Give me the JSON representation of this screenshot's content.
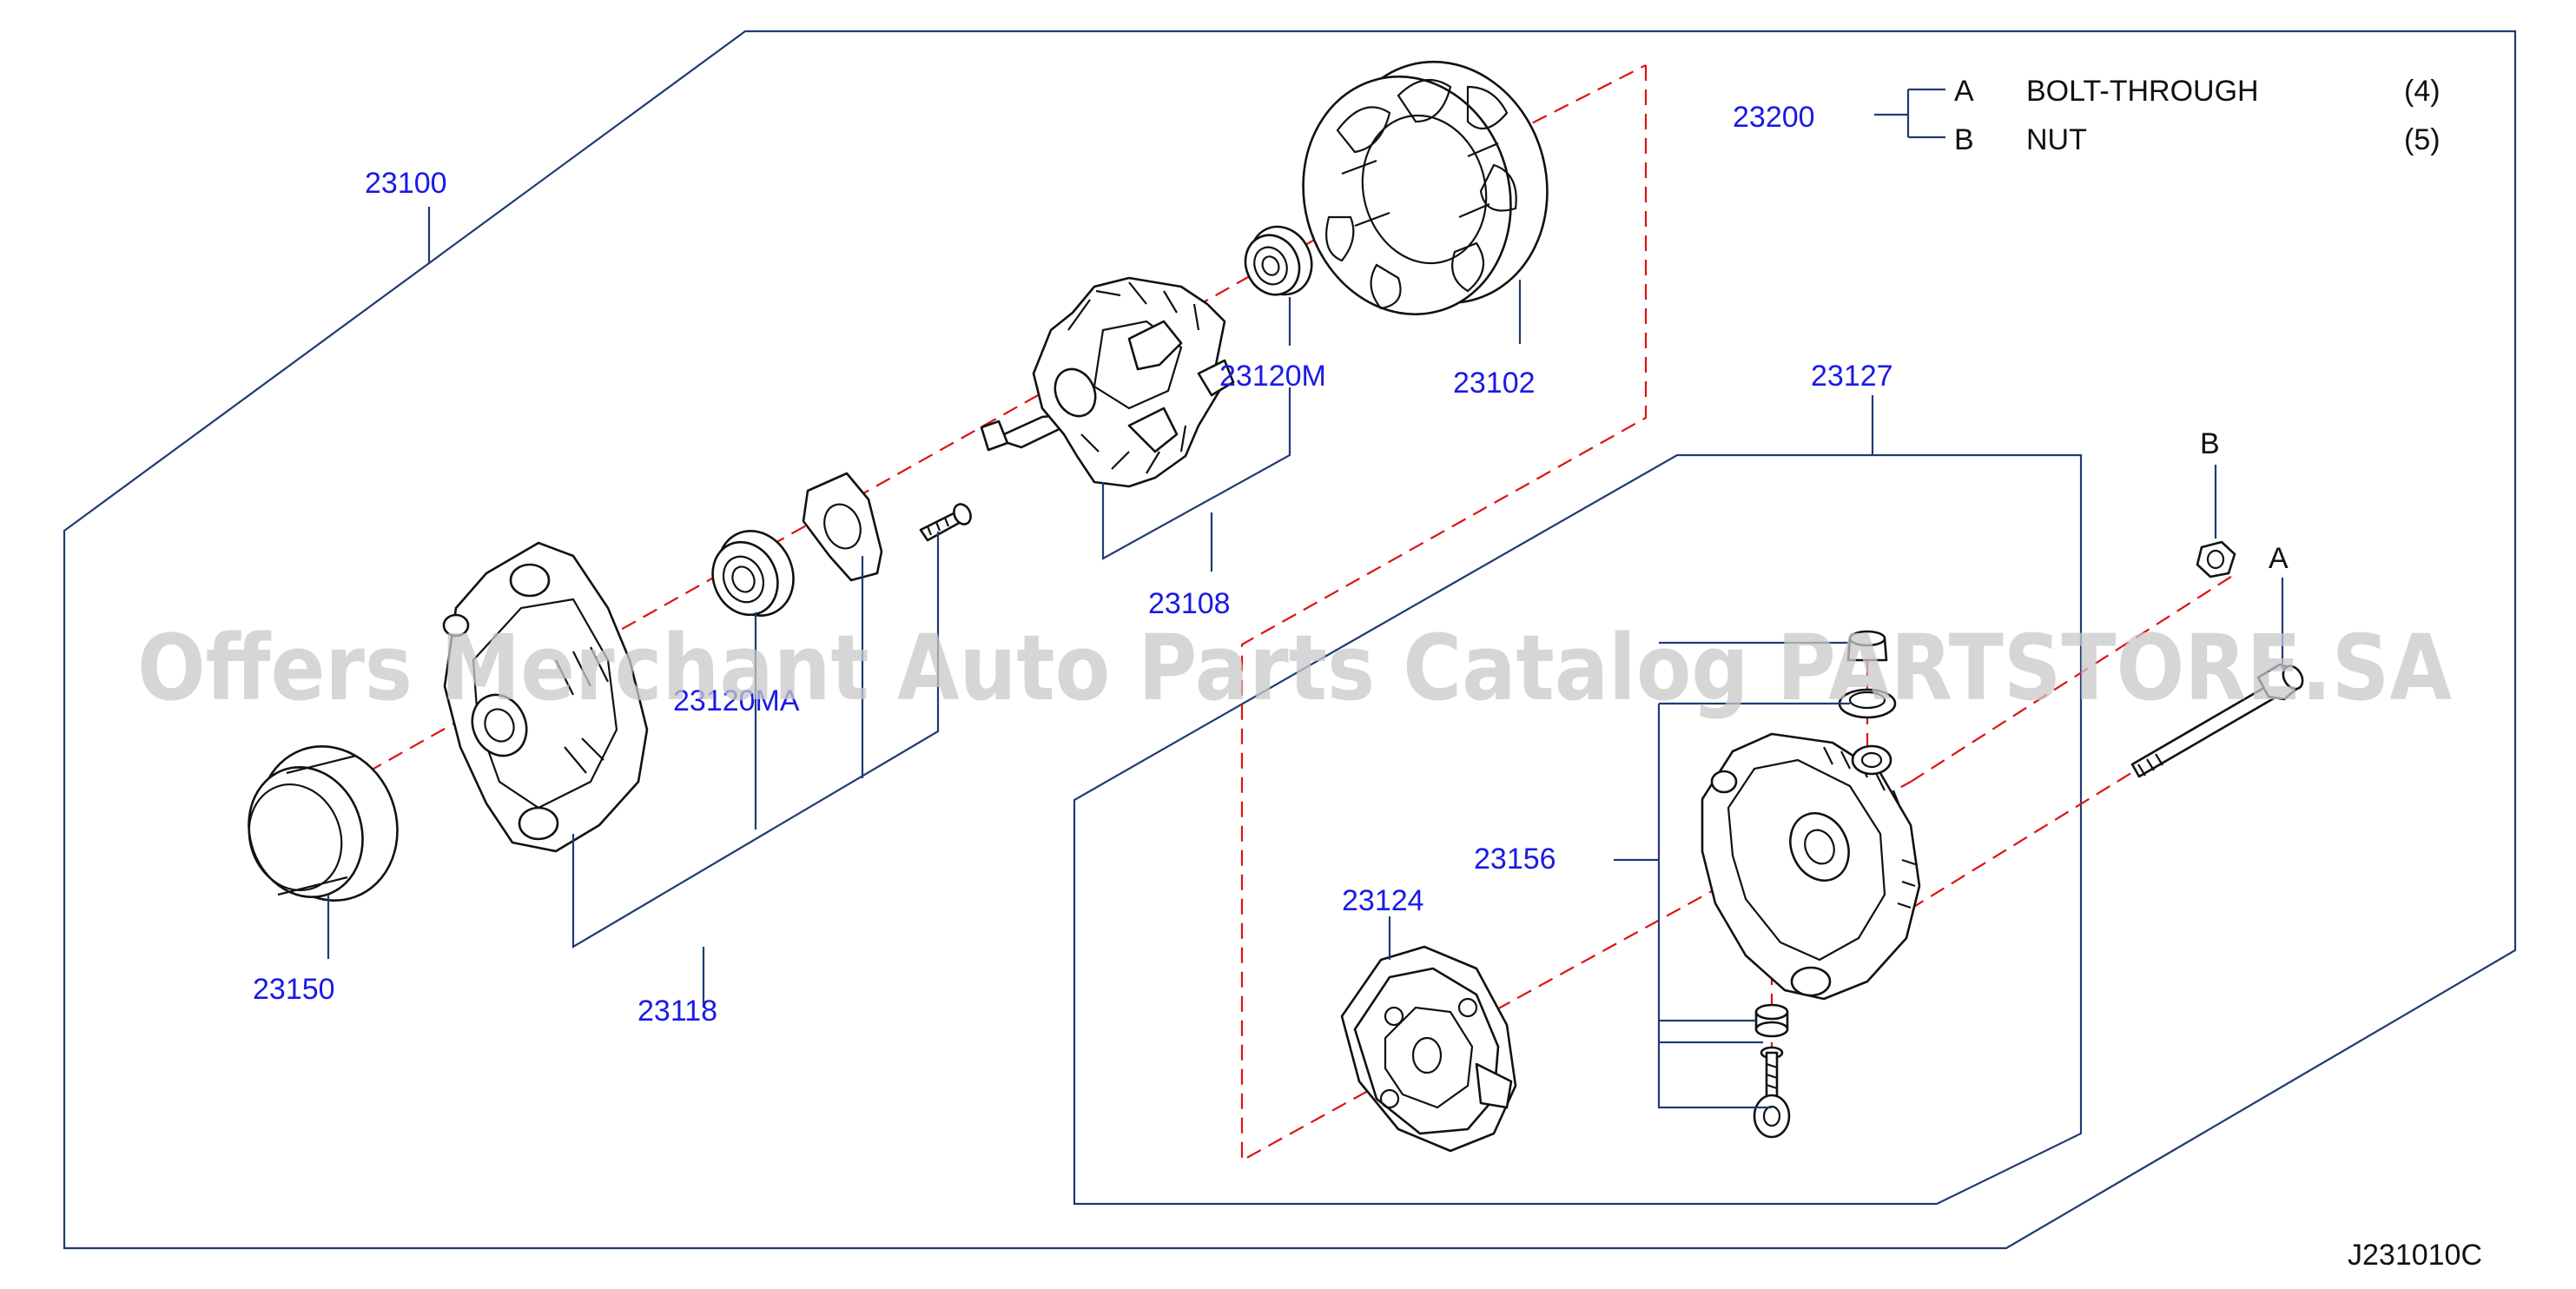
{
  "labels": {
    "p23100": "23100",
    "p23102": "23102",
    "p23108": "23108",
    "p23118": "23118",
    "p23120m": "23120M",
    "p23120ma": "23120MA",
    "p23124": "23124",
    "p23127": "23127",
    "p23150": "23150",
    "p23156": "23156",
    "p23200": "23200",
    "callout_a": "A",
    "callout_b": "B"
  },
  "legend": {
    "items": [
      {
        "key": "A",
        "name": "BOLT-THROUGH",
        "qty": "(4)"
      },
      {
        "key": "B",
        "name": "NUT",
        "qty": "(5)"
      }
    ]
  },
  "watermark": "Offers Merchant Auto Parts Catalog PARTSTORE.SA",
  "diagram_code": "J231010C",
  "colors": {
    "part_number": "#1a1ae6",
    "axis_line": "#e01010",
    "frame_line": "#1f3b73",
    "drawing_line": "#111111"
  }
}
